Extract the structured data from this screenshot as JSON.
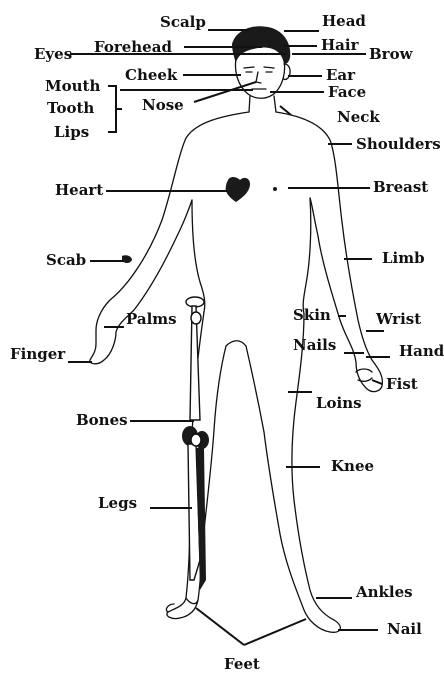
{
  "labels": {
    "scalp": "Scalp",
    "head": "Head",
    "hair": "Hair",
    "brow": "Brow",
    "eyes": "Eyes",
    "forehead": "Forehead",
    "cheek": "Cheek",
    "ear": "Ear",
    "face": "Face",
    "mouth": "Mouth",
    "tooth": "Tooth",
    "lips": "Lips",
    "nose": "Nose",
    "neck": "Neck",
    "shoulders": "Shoulders",
    "heart": "Heart",
    "breast": "Breast",
    "scab": "Scab",
    "limb": "Limb",
    "palms": "Palms",
    "skin": "Skin",
    "wrist": "Wrist",
    "nails": "Nails",
    "hand": "Hand",
    "finger": "Finger",
    "fist": "Fist",
    "loins": "Loins",
    "bones": "Bones",
    "knee": "Knee",
    "legs": "Legs",
    "ankles": "Ankles",
    "nail": "Nail",
    "feet": "Feet"
  }
}
